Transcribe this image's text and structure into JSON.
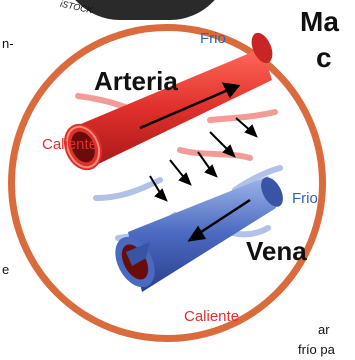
{
  "photo_credit": "iSTOCK",
  "heading": {
    "line1": "Ma",
    "line2": "c"
  },
  "left_text": {
    "line1": "n-",
    "line2": "e"
  },
  "bottom_text": {
    "line1": "ar",
    "line2": "frío pa"
  },
  "diagram": {
    "artery_label": "Arteria",
    "vein_label": "Vena",
    "cold_top": "Frio",
    "hot_left": "Caliente",
    "cold_right": "Frio",
    "hot_bottom": "Caliente",
    "colors": {
      "ring": "#d96b3c",
      "artery": "#e0302b",
      "vein": "#3f5fb5"
    }
  }
}
